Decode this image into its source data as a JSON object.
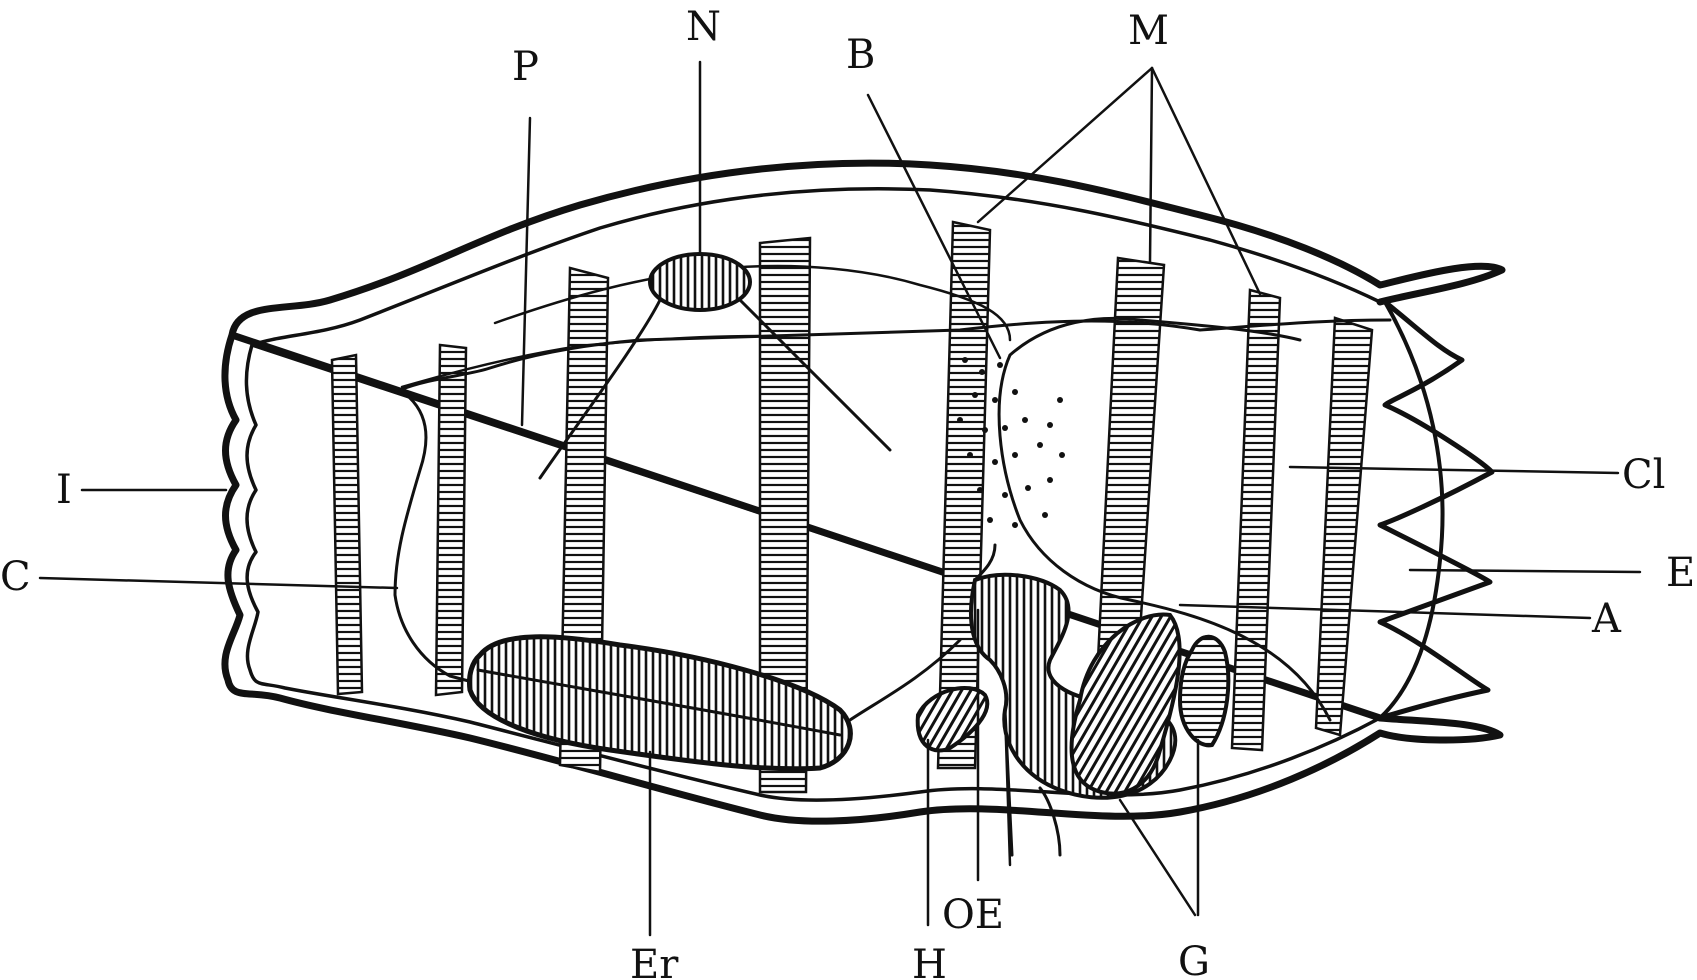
{
  "labels": {
    "I": "I",
    "C": "C",
    "P": "P",
    "N": "N",
    "B": "B",
    "M": "M",
    "Cl": "Cl",
    "E": "E",
    "A": "A",
    "Er": "Er",
    "H": "H",
    "OE": "OE",
    "G": "G"
  },
  "colors": {
    "ink": "#111111",
    "paper": "#ffffff"
  }
}
